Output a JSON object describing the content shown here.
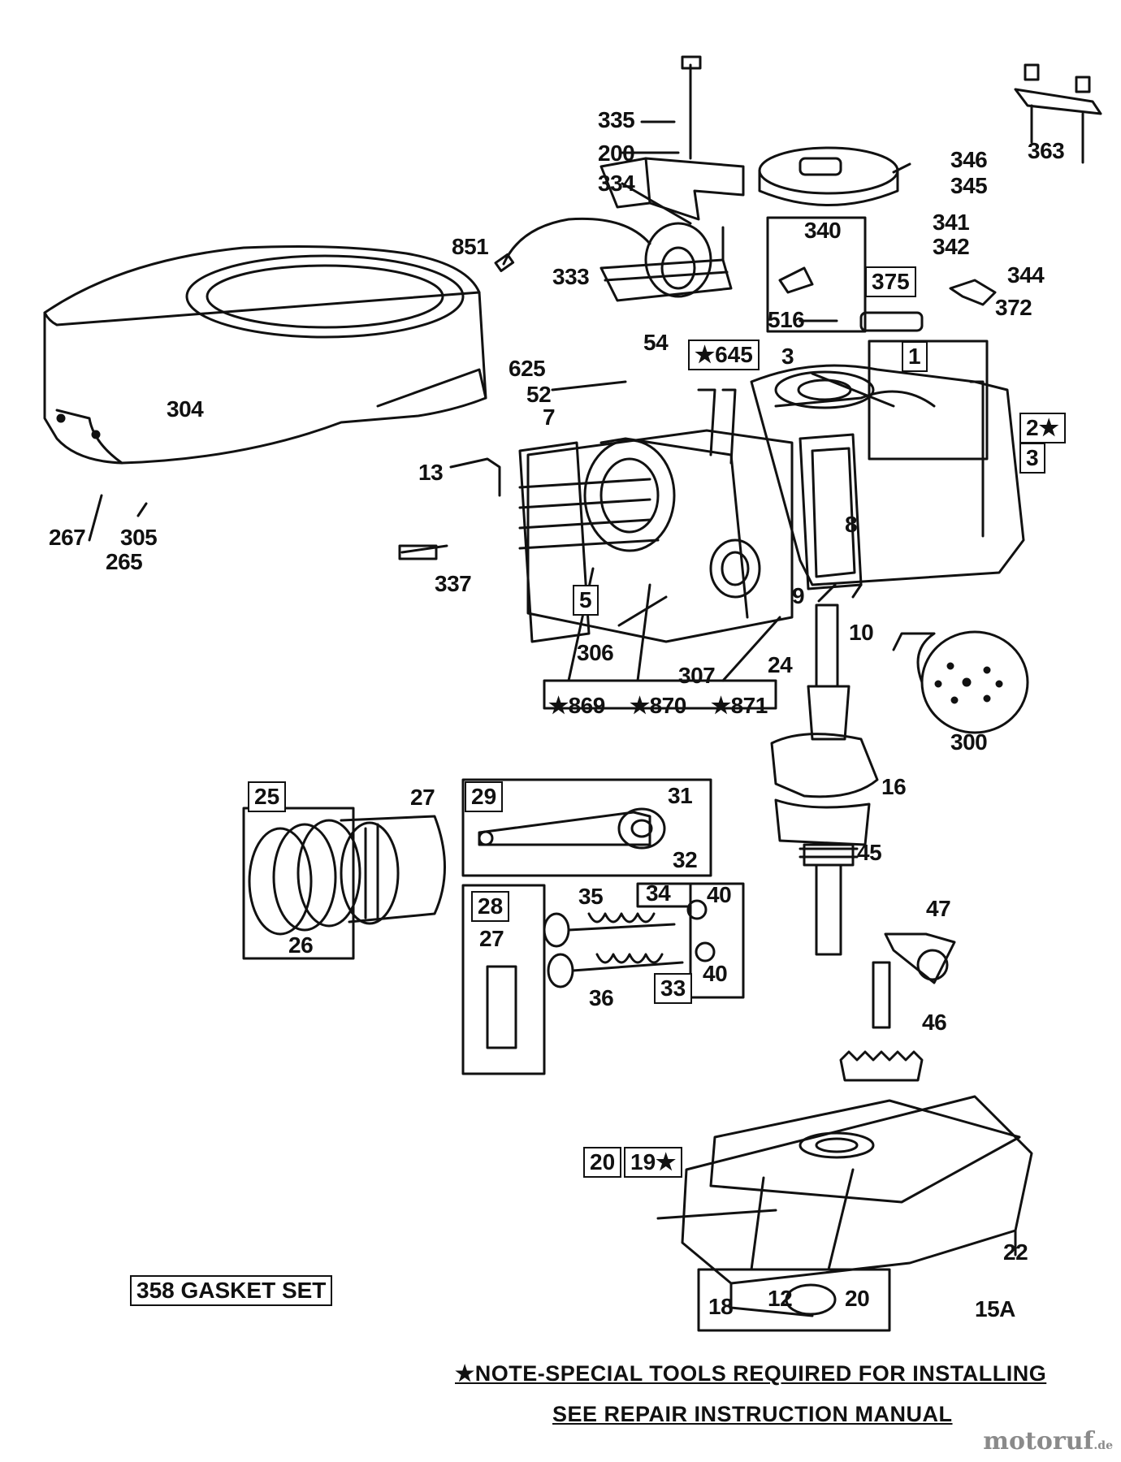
{
  "labels": {
    "l335": "335",
    "l200": "200",
    "l334": "334",
    "l851": "851",
    "l333": "333",
    "l346": "346",
    "l345": "345",
    "l363": "363",
    "l341": "341",
    "l342": "342",
    "l340": "340",
    "l375": "375",
    "l344": "344",
    "l372": "372",
    "l516": "516",
    "l54": "54",
    "l645": "★645",
    "l3a": "3",
    "l1": "1",
    "l625": "625",
    "l52": "52",
    "l7": "7",
    "l304": "304",
    "l2": "2★",
    "l3b": "3",
    "l13": "13",
    "l8": "8",
    "l267": "267",
    "l305": "305",
    "l265": "265",
    "l337": "337",
    "l5": "5",
    "l9": "9",
    "l10": "10",
    "l306": "306",
    "l307": "307",
    "l24": "24",
    "l869": "★869",
    "l870": "★870",
    "l871": "★871",
    "l300": "300",
    "l16": "16",
    "l25": "25",
    "l27a": "27",
    "l26": "26",
    "l29": "29",
    "l31": "31",
    "l32": "32",
    "l45": "45",
    "l28": "28",
    "l35": "35",
    "l34": "34",
    "l40a": "40",
    "l27b": "27",
    "l33": "33",
    "l40b": "40",
    "l36": "36",
    "l47": "47",
    "l46": "46",
    "l20a": "20",
    "l19": "19★",
    "l22": "22",
    "l18": "18",
    "l12": "12",
    "l20b": "20",
    "l15a": "15A"
  },
  "gasket_set": "358 GASKET SET",
  "note_line1": "★NOTE-SPECIAL TOOLS REQUIRED  FOR INSTALLING",
  "note_line2": "SEE REPAIR INSTRUCTION MANUAL",
  "watermark": "motoruf",
  "watermark_suffix": ".de"
}
